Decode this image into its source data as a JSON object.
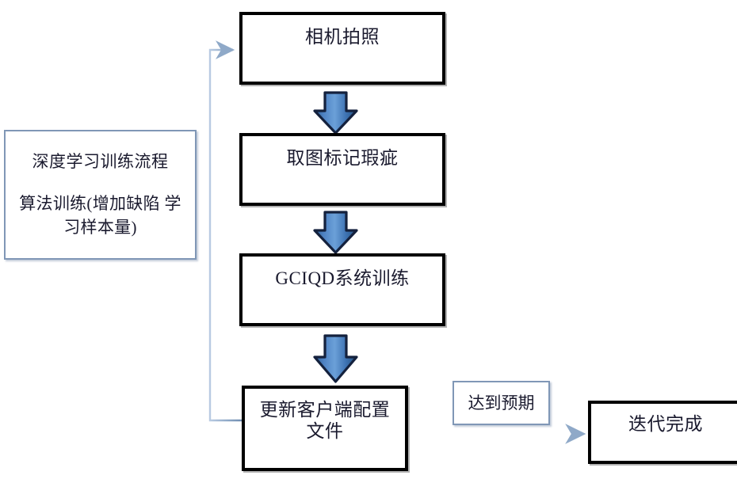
{
  "diagram": {
    "title_panel": {
      "line1": "深度学习训练流程",
      "line2": "算法训练(增加缺陷\n学习样本量)"
    },
    "nodes": [
      {
        "id": "camera",
        "label": "相机拍照",
        "style": "thick-black"
      },
      {
        "id": "mark",
        "label": "取图标记瑕疵",
        "style": "thick-black"
      },
      {
        "id": "train",
        "label": "GCIQD系统训练",
        "style": "thick-black"
      },
      {
        "id": "update",
        "label": "更新客户端配置\n文件",
        "style": "thick-black"
      },
      {
        "id": "expect",
        "label": "达到预期",
        "style": "thin-blue"
      },
      {
        "id": "done",
        "label": "迭代完成",
        "style": "thick-black"
      }
    ],
    "connectors": [
      {
        "id": "camera-to-mark",
        "kind": "block-arrow-down"
      },
      {
        "id": "mark-to-train",
        "kind": "block-arrow-down"
      },
      {
        "id": "train-to-update",
        "kind": "block-arrow-down"
      },
      {
        "id": "update-to-done",
        "kind": "thin-arrow-right"
      },
      {
        "id": "feedback-loop",
        "kind": "thin-arrow-loop"
      }
    ],
    "colors": {
      "box_border": "#000000",
      "thin_border": "#8097b6",
      "text": "#1a1a2e",
      "arrow_fill_light": "#5b8ecb",
      "arrow_fill_dark": "#2e5f94",
      "arrow_outline": "#14213d",
      "connector_line": "#9fb4d1"
    }
  }
}
